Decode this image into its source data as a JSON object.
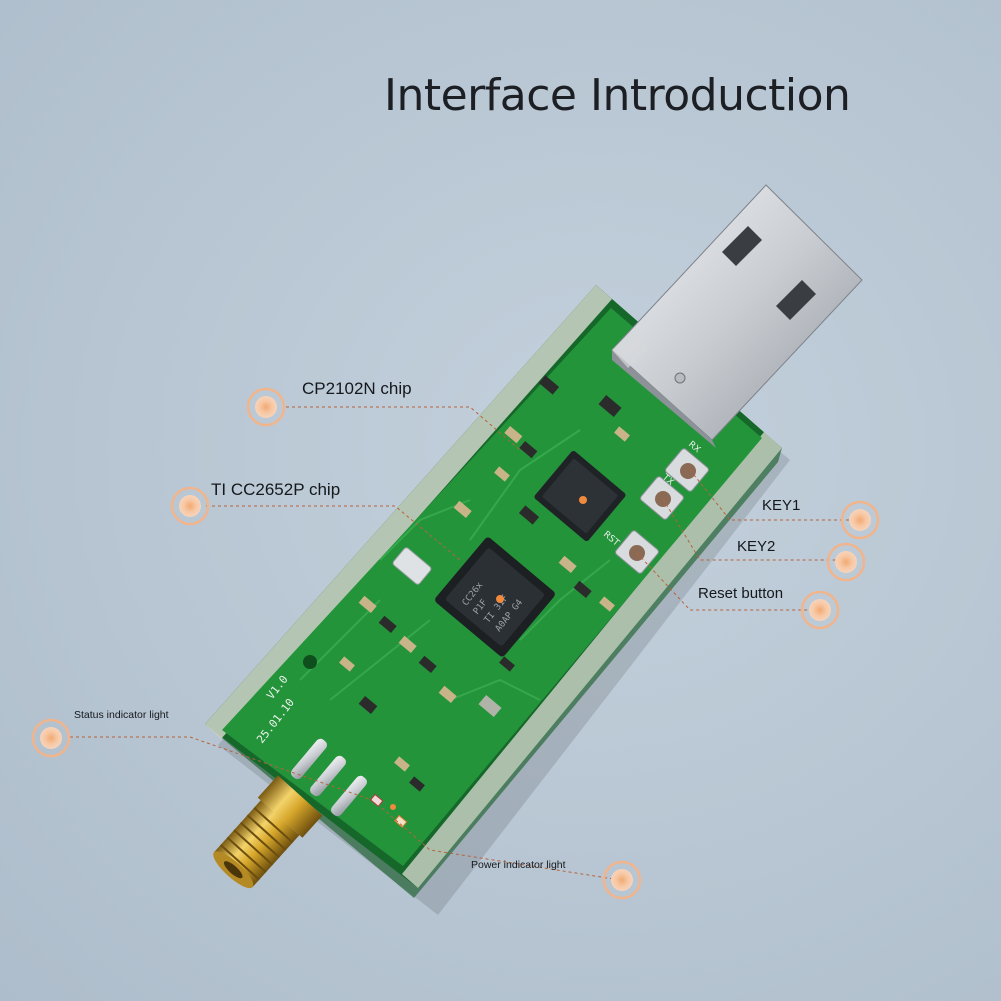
{
  "title": "Interface Introduction",
  "labels": {
    "cp2102n": "CP2102N chip",
    "cc2652p": "TI CC2652P chip",
    "key1": "KEY1",
    "key2": "KEY2",
    "reset": "Reset button",
    "status_light": "Status indicator light",
    "power_light": "Power indicator light"
  },
  "silkscreen": {
    "chip_text": [
      "CC26x",
      "P1F",
      "TI 31F",
      "A0AP G4"
    ],
    "version": "V1.0",
    "date": "25.01.10",
    "button_marks": [
      "RX",
      "TX",
      "RST"
    ]
  },
  "colors": {
    "pcb": "#1e8a35",
    "marker": "#f08a3c",
    "leader_line": "#b8623a"
  }
}
